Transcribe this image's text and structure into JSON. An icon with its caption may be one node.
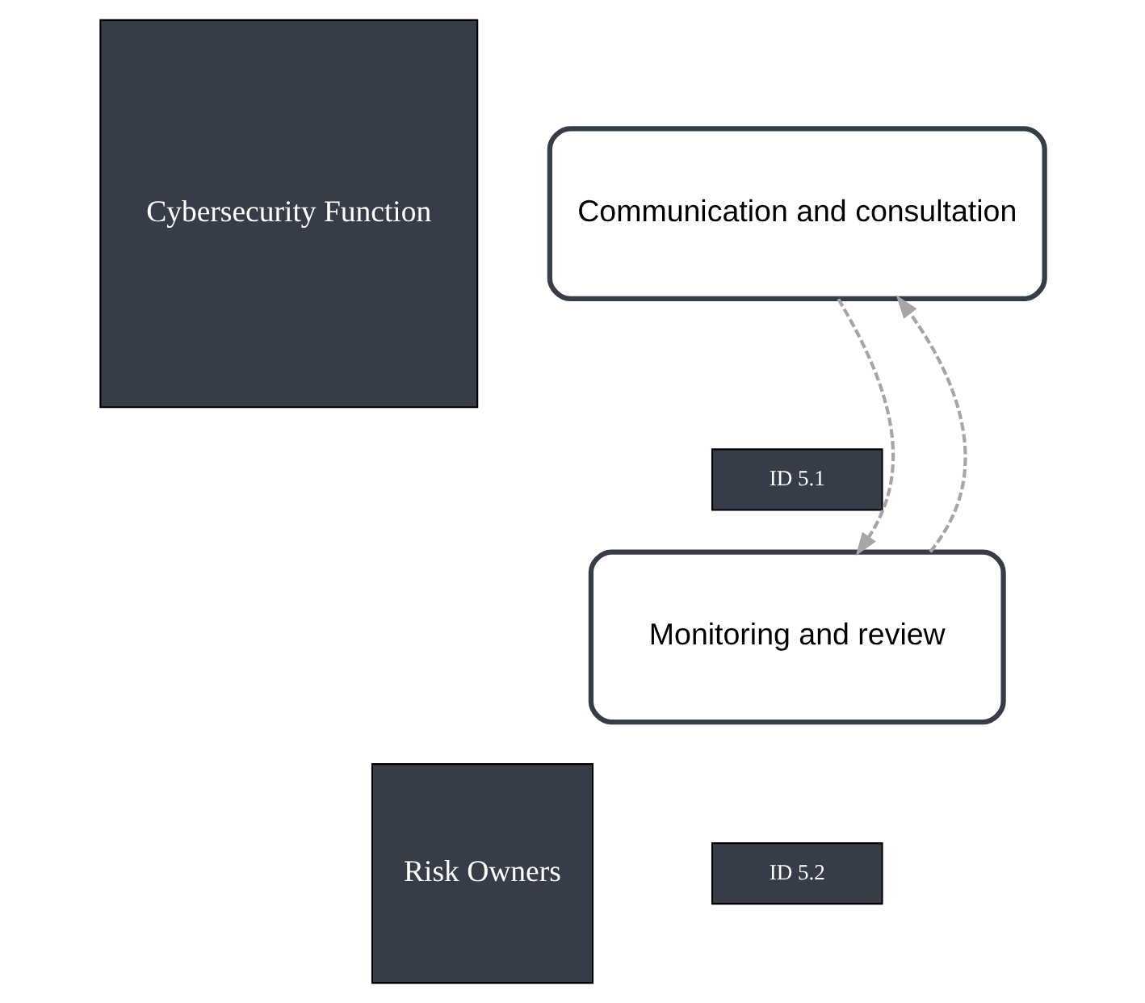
{
  "diagram": {
    "nodes": [
      {
        "text": [
          "Cybersecurity Function"
        ]
      },
      {
        "text": [
          "Risk Owners"
        ]
      },
      {
        "text": [
          "Communication and consultation"
        ]
      },
      {
        "text": [
          "ID 5.1"
        ]
      },
      {
        "text": [
          "Monitoring and review"
        ]
      },
      {
        "text": [
          "ID 5.2"
        ]
      }
    ],
    "edges": [
      {
        "from": 2,
        "to": 4,
        "arrow": "to",
        "style": "dashed"
      },
      {
        "from": 4,
        "to": 2,
        "arrow": "to",
        "style": "dashed"
      }
    ]
  }
}
